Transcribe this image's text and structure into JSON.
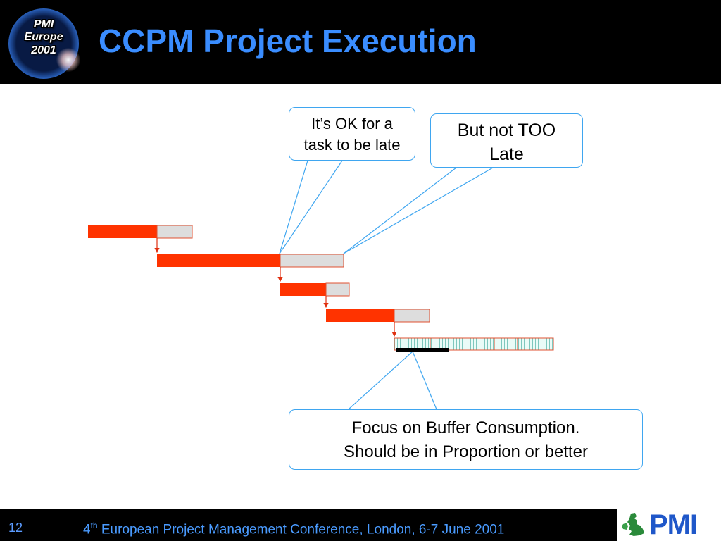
{
  "header": {
    "logo": {
      "line1": "PMI",
      "line2": "Europe",
      "line3": "2001"
    },
    "title": "CCPM Project Execution"
  },
  "callouts": {
    "late": {
      "line1": "It’s OK for a",
      "line2": "task to be late"
    },
    "too_late": {
      "line1": "But not TOO",
      "line2": "Late"
    },
    "buffer": {
      "line1": "Focus on Buffer Consumption.",
      "line2": "Should be in Proportion or better"
    }
  },
  "footer": {
    "page_number": "12",
    "ordinal_number": "4",
    "ordinal_suffix": "th",
    "conference_text": " European Project Management Conference, London, 6-7 June 2001",
    "logo_text": "PMI"
  },
  "colors": {
    "title": "#3a8dff",
    "task_fill": "#ff3300",
    "buffer_fill": "#dddddd",
    "callout_border": "#3fa6f0",
    "project_buffer": "#e8faf6",
    "background": "#000000"
  }
}
